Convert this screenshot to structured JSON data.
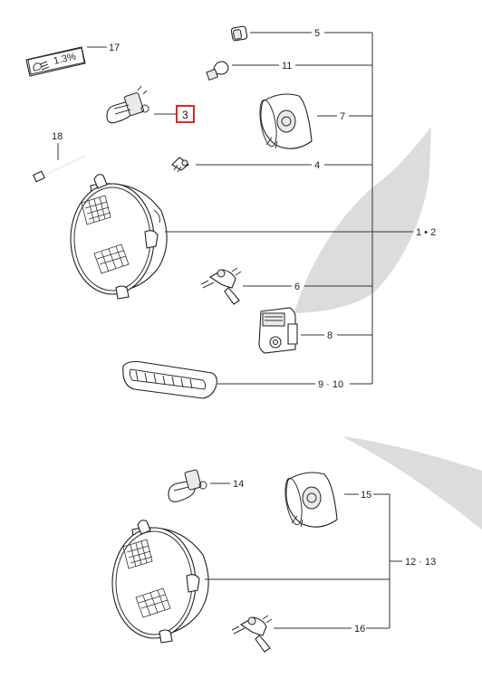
{
  "diagram": {
    "labels": {
      "p17": "17",
      "p3": "3",
      "p18": "18",
      "p5": "5",
      "p11": "11",
      "p7": "7",
      "p4": "4",
      "p12": "1 • 2",
      "p6": "6",
      "p8": "8",
      "p910": "9 · 10",
      "p14": "14",
      "p15": "15",
      "p1213": "12 · 13",
      "p16": "16"
    },
    "sticker_text": "1.3%",
    "highlight_color": "#e8232a",
    "watermark_color": "#dcdcdc"
  }
}
